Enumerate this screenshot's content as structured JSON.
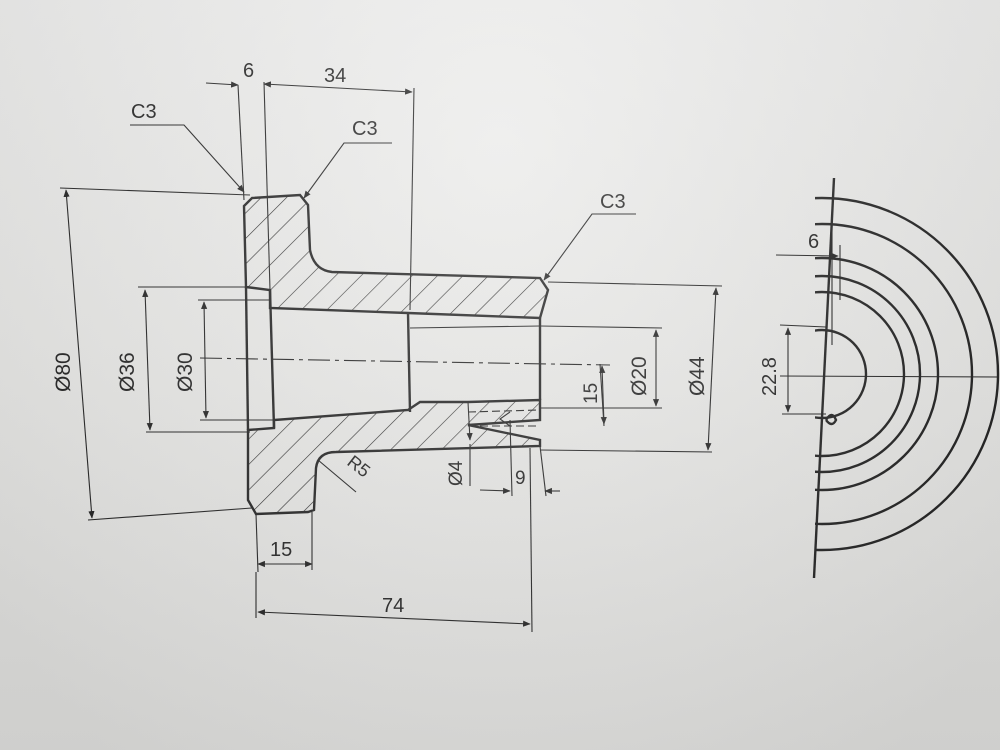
{
  "labels": {
    "chamfer_left": "C3",
    "chamfer_top": "C3",
    "chamfer_right": "C3",
    "flange_thickness": "6",
    "hub_length": "34",
    "diameter_80": "Ø80",
    "diameter_36": "Ø36",
    "diameter_30": "Ø30",
    "diameter_20": "Ø20",
    "diameter_44": "Ø44",
    "offset_15": "15",
    "hole_diameter": "Ø4",
    "hole_depth": "9",
    "fillet_radius": "R5",
    "flange_width": "15",
    "overall_length": "74",
    "side_depth": "6",
    "side_width": "22.8"
  },
  "colors": {
    "line": "#1e1e1e",
    "paper": "#e8e8e6"
  }
}
